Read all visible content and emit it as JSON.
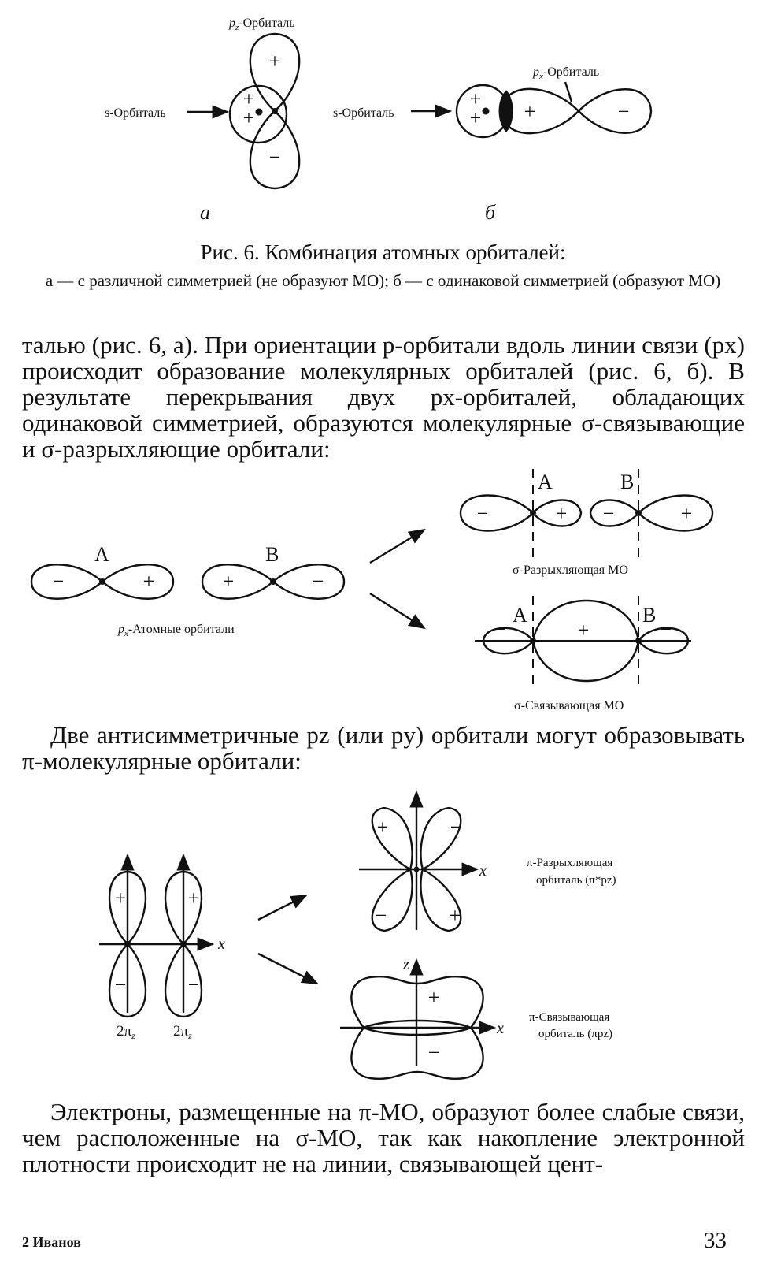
{
  "figure6": {
    "a": {
      "pz_label": "p",
      "pz_sub": "z",
      "pz_suffix": "-Орбиталь",
      "s_label": "s-Орбиталь",
      "letter": "а"
    },
    "b": {
      "px_label": "p",
      "px_sub": "x",
      "px_suffix": "-Орбиталь",
      "s_label": "s-Орбиталь",
      "letter": "б"
    },
    "caption_title": "Рис. 6. Комбинация атомных орбиталей:",
    "caption_desc": "а — с различной симметрией (не образуют МО); б — с одинаковой симметрией (образуют МО)"
  },
  "paragraph1": "талью (рис. 6, а). При ориентации p-орбитали вдоль линии связи (px) происходит образование молекулярных орбиталей (рис. 6, б). В результате перекрывания двух px-орбиталей, обладающих одинаковой симметрией, образуются молекулярные σ-связывающие и σ-разрыхляющие орбитали:",
  "sigma_diagram": {
    "atom_a": "A",
    "atom_b": "B",
    "px_label": "p",
    "px_sub": "x",
    "px_suffix": "-Атомные орбитали",
    "antibonding": "σ-Разрыхляющая МО",
    "bonding": "σ-Связывающая МО"
  },
  "paragraph2": "Две антисимметричные pz (или py) орбитали могут образовывать π-молекулярные орбитали:",
  "pi_diagram": {
    "label_2pz": "2π",
    "sub_z": "z",
    "axis_x": "x",
    "axis_z": "z",
    "antibonding_line1": "π-Разрыхляющая",
    "antibonding_line2": "орбиталь (π*pz)",
    "bonding_line1": "π-Связывающая",
    "bonding_line2": "орбиталь (πpz)"
  },
  "paragraph3": "Электроны, размещенные на π-МО, образуют более слабые связи, чем расположенные на σ-МО, так как накопление электронной плотности происходит не на линии, связывающей цент-",
  "footer": {
    "left": "2 Иванов",
    "page_number": "33"
  }
}
